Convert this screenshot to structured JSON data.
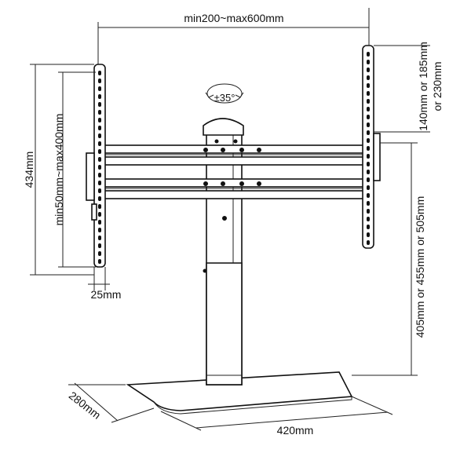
{
  "labels": {
    "width": "min200~max600mm",
    "vesa_height": "min50mm~max400mm",
    "total_height": "434mm",
    "arm_depth": "25mm",
    "rotation": "±35°",
    "top_spacing_line1": "140mm or 185mm",
    "top_spacing_line2": "or 230mm",
    "height_options": "405mm or 455mm or 505mm",
    "base_depth": "280mm",
    "base_width": "420mm"
  },
  "colors": {
    "line": "#111111",
    "background": "#ffffff"
  }
}
